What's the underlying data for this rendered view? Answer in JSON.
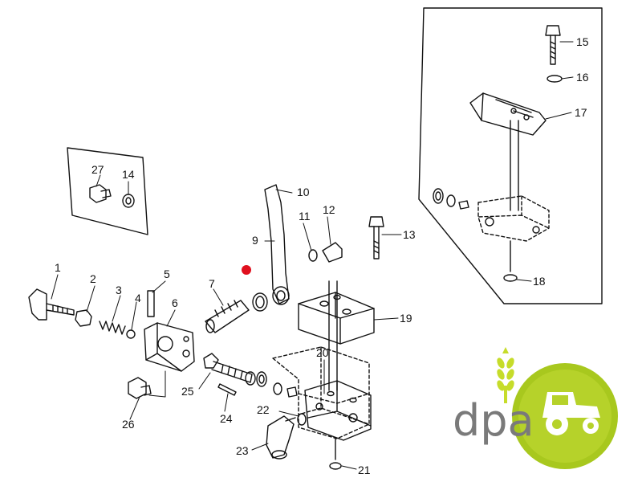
{
  "diagram": {
    "callouts": [
      {
        "id": "c1",
        "label": "1"
      },
      {
        "id": "c2",
        "label": "2"
      },
      {
        "id": "c3",
        "label": "3"
      },
      {
        "id": "c4",
        "label": "4"
      },
      {
        "id": "c5",
        "label": "5"
      },
      {
        "id": "c6",
        "label": "6"
      },
      {
        "id": "c7",
        "label": "7"
      },
      {
        "id": "c9",
        "label": "9"
      },
      {
        "id": "c10",
        "label": "10"
      },
      {
        "id": "c11",
        "label": "11"
      },
      {
        "id": "c12",
        "label": "12"
      },
      {
        "id": "c13",
        "label": "13"
      },
      {
        "id": "c14",
        "label": "14"
      },
      {
        "id": "c15",
        "label": "15"
      },
      {
        "id": "c16",
        "label": "16"
      },
      {
        "id": "c17",
        "label": "17"
      },
      {
        "id": "c18",
        "label": "18"
      },
      {
        "id": "c19",
        "label": "19"
      },
      {
        "id": "c20",
        "label": "20"
      },
      {
        "id": "c21",
        "label": "21"
      },
      {
        "id": "c22",
        "label": "22"
      },
      {
        "id": "c23",
        "label": "23"
      },
      {
        "id": "c24",
        "label": "24"
      },
      {
        "id": "c25",
        "label": "25"
      },
      {
        "id": "c26",
        "label": "26"
      },
      {
        "id": "c27",
        "label": "27"
      }
    ],
    "highlight_marker_color": "#e0101e"
  },
  "logo": {
    "text": "dpa",
    "text_color": "#7a7a7a",
    "ring_color": "#a8c81e",
    "wheat_color": "#c6dc2a",
    "tractor_color": "#ffffff"
  }
}
